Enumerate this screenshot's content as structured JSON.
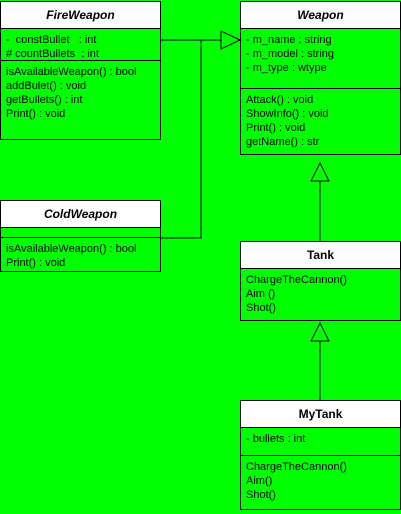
{
  "classes": {
    "fire_weapon": {
      "name": "FireWeapon",
      "attributes": [
        "-  constBullet   : int",
        "# countBullets  : int"
      ],
      "methods": [
        "isAvailableWeapon() : bool",
        "addBulet() : void",
        "getBullets() : int",
        "Print() : void"
      ]
    },
    "weapon": {
      "name": "Weapon",
      "attributes": [
        "- m_name : string",
        "- m_model : string",
        "- m_type : wtype"
      ],
      "methods": [
        "Attack() : void",
        "ShowInfo() : void",
        "Print() : void",
        "getName() : str"
      ]
    },
    "cold_weapon": {
      "name": "ColdWeapon",
      "attributes": [],
      "methods": [
        "isAvailableWeapon() : bool",
        "Print() : void"
      ]
    },
    "tank": {
      "name": "Tank",
      "methods": [
        "ChargeTheCannon()",
        "Aim ()",
        "Shot()"
      ]
    },
    "my_tank": {
      "name": "MyTank",
      "attributes": [
        "- bullets : int"
      ],
      "methods": [
        "ChargeTheCannon()",
        "Aim()",
        "Shot()"
      ]
    }
  },
  "colors": {
    "background": "#00ff00",
    "header": "#ffffff",
    "line": "#000000"
  }
}
